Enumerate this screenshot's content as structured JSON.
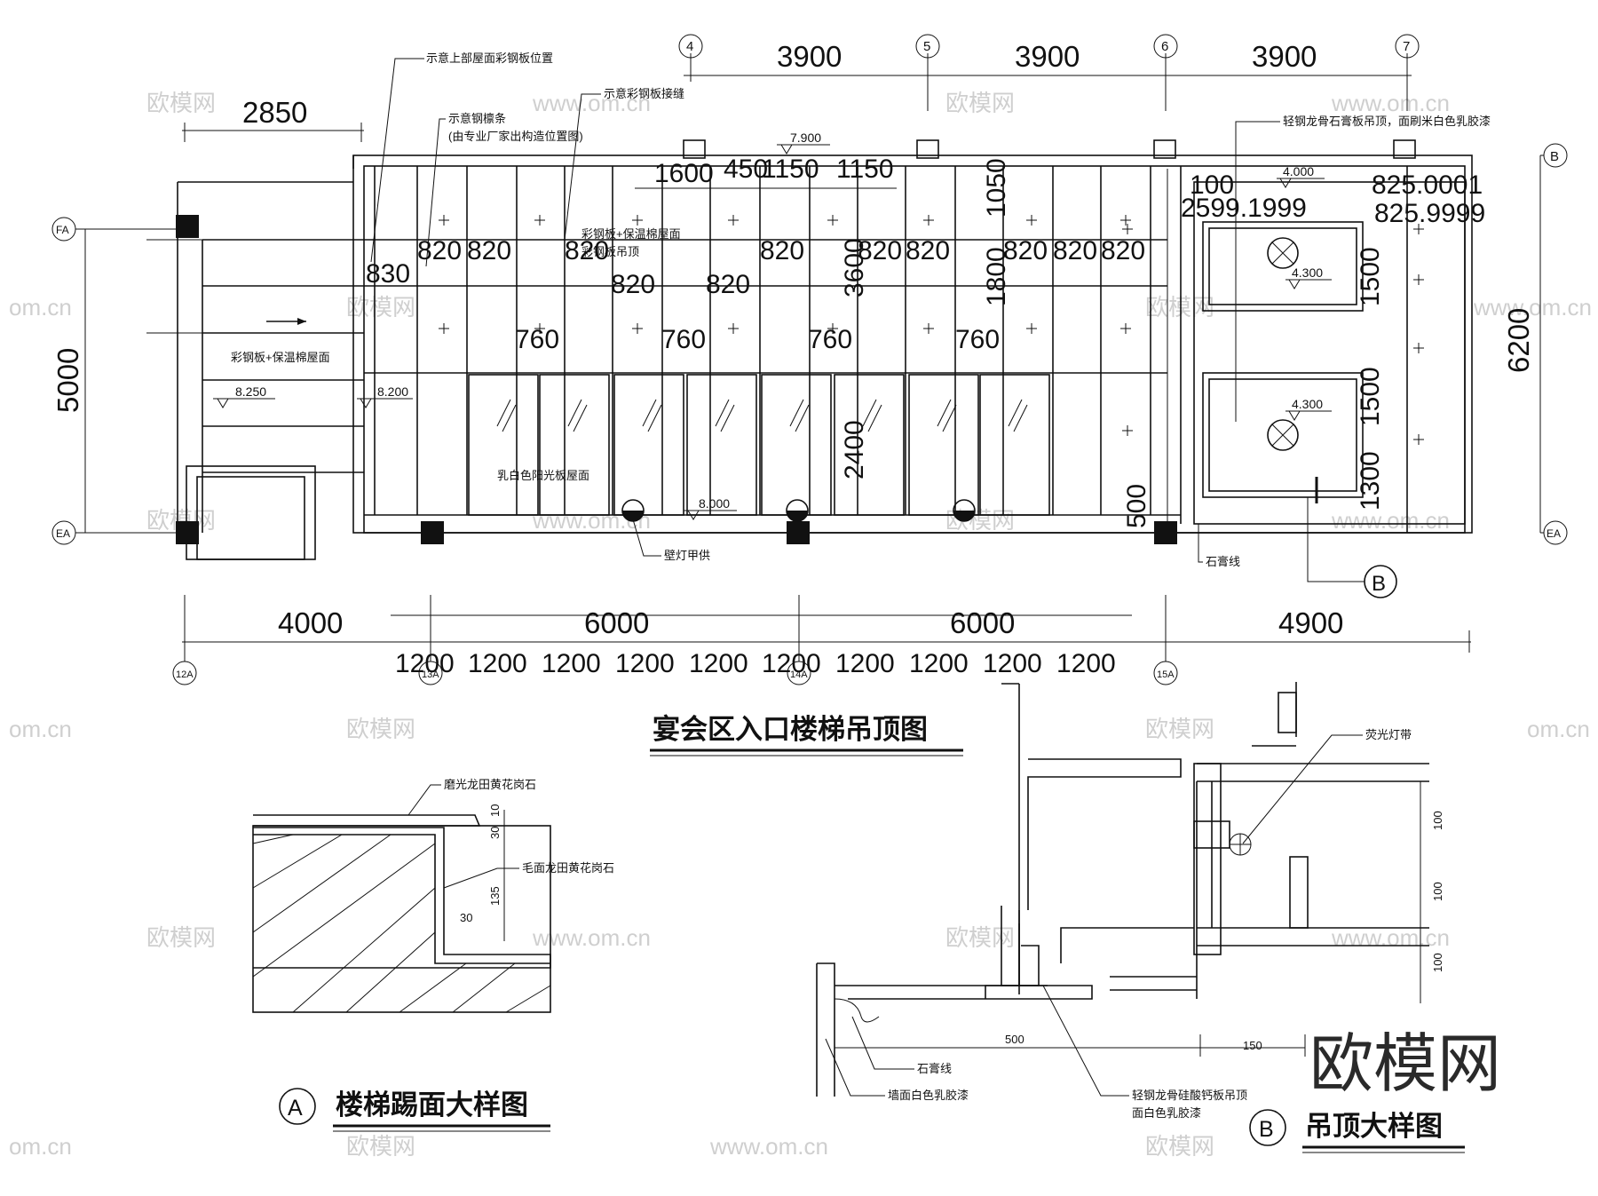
{
  "titles": {
    "main": "宴会区入口楼梯吊顶图",
    "detail_a": "楼梯踢面大样图",
    "detail_a_mark": "A",
    "detail_b": "吊顶大样图",
    "detail_b_mark": "B"
  },
  "grid_bubbles": {
    "top": [
      "4",
      "5",
      "6",
      "7"
    ],
    "right": [
      "B",
      "EA"
    ],
    "left": [
      "FA",
      "EA"
    ],
    "bottom": [
      "12A",
      "13A",
      "14A",
      "15A"
    ]
  },
  "dims_top": [
    "3900",
    "3900",
    "3900",
    "2850"
  ],
  "dims_left": [
    "5000"
  ],
  "dims_right": [
    "6200"
  ],
  "dims_bottom": [
    "4000",
    "6000",
    "6000",
    "4900"
  ],
  "dims_bottom_sub": [
    "1200",
    "1200",
    "1200",
    "1200",
    "1200",
    "1200",
    "1200",
    "1200",
    "1200",
    "1200"
  ],
  "dims_inner": {
    "row1": [
      "1600",
      "450",
      "1150",
      "1150"
    ],
    "v1050": "1050",
    "row2": [
      "820",
      "820",
      "820",
      "820",
      "820",
      "820",
      "820",
      "820",
      "820"
    ],
    "d830": "830",
    "row3": [
      "820",
      "820"
    ],
    "v3600": "3600",
    "v1800": "1800",
    "row4": [
      "760",
      "760",
      "760",
      "760"
    ],
    "v2400": "2400",
    "v500": "500",
    "right_block": [
      "100",
      "825.0001",
      "2599.1999",
      "825.9999",
      "1500",
      "1500",
      "1300"
    ]
  },
  "levels": [
    "7.900",
    "4.000",
    "4.300",
    "4.300",
    "8.250",
    "8.200",
    "8.000"
  ],
  "notes": {
    "n1": "示意上部屋面彩钢板位置",
    "n2": "示意彩钢板接缝",
    "n3": "示意钢檩条",
    "n4": "(由专业厂家出构造位置图)",
    "n5": "彩钢板+保温棉屋面",
    "n6": "彩钢板+保温棉屋面",
    "n7": "彩钢板吊顶",
    "n8": "乳白色阳光板屋面",
    "n9": "壁灯甲供",
    "n10": "轻钢龙骨石膏板吊顶，面刷米白色乳胶漆",
    "n11": "石膏线",
    "a1": "磨光龙田黄花岗石",
    "a2": "毛面龙田黄花岗石",
    "a_d1": "30",
    "a_d2": "10",
    "a_d3": "135",
    "a_d4": "30",
    "b1": "荧光灯带",
    "b2": "石膏线",
    "b3": "墙面白色乳胶漆",
    "b4": "轻钢龙骨硅酸钙板吊顶",
    "b5": "面白色乳胶漆",
    "b_d1": "100",
    "b_d2": "100",
    "b_d3": "100",
    "b_d4": "500",
    "b_d5": "150"
  },
  "watermark": {
    "brand": "欧模网",
    "url": "www.om.cn",
    "url_short": "om.cn"
  }
}
